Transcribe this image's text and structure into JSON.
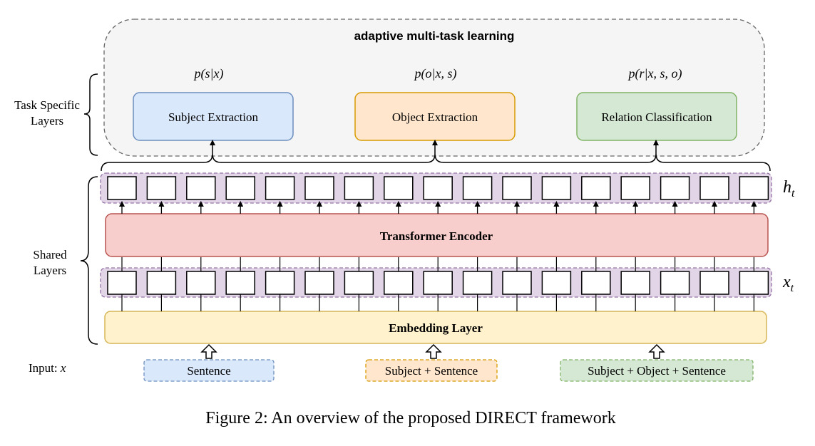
{
  "title": "adaptive multi-task learning",
  "side_labels": {
    "task_specific": [
      "Task Specific",
      "Layers"
    ],
    "shared": [
      "Shared",
      "Layers"
    ],
    "input": "Input: "
  },
  "input_var": "x",
  "probabilities": [
    {
      "prefix": "p",
      "text": "(s|x)"
    },
    {
      "prefix": "p",
      "text": "(o|x, s)"
    },
    {
      "prefix": "p",
      "text": "(r|x, s, o)"
    }
  ],
  "tasks": [
    {
      "label": "Subject Extraction",
      "fill": "#dae8fc",
      "stroke": "#6c8ebf"
    },
    {
      "label": "Object Extraction",
      "fill": "#ffe6cc",
      "stroke": "#d79b00"
    },
    {
      "label": "Relation Classification",
      "fill": "#d5e8d4",
      "stroke": "#82b366"
    }
  ],
  "encoder": {
    "label": "Transformer Encoder",
    "fill": "#f8cecc",
    "stroke": "#b85450"
  },
  "embedding": {
    "label": "Embedding Layer",
    "fill": "#fff2cc",
    "stroke": "#d6b656"
  },
  "hidden_label": {
    "main": "h",
    "sub": "t"
  },
  "input_label": {
    "main": "x",
    "sub": "t"
  },
  "token_count": 17,
  "token_band_fill": "#e1d5e7",
  "token_band_stroke": "#9673a6",
  "inputs": [
    {
      "label": "Sentence",
      "fill": "#dae8fc",
      "stroke": "#6c8ebf"
    },
    {
      "label": "Subject + Sentence",
      "fill": "#ffe6cc",
      "stroke": "#d79b00"
    },
    {
      "label": "Subject + Object + Sentence",
      "fill": "#d5e8d4",
      "stroke": "#82b366"
    }
  ],
  "caption": "Figure 2: An overview of the proposed DIRECT framework"
}
